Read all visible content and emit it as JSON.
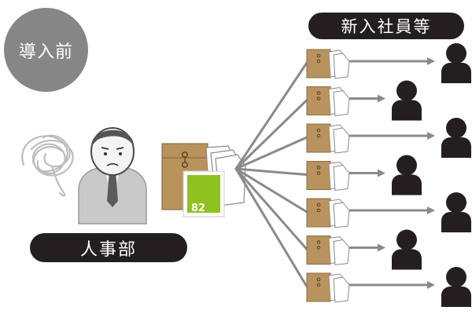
{
  "badge": {
    "text": "導入前"
  },
  "department": {
    "label": "人事部"
  },
  "recipients": {
    "label": "新入社員等"
  },
  "stamp": {
    "value": "82",
    "color": "#8dc21f"
  },
  "colors": {
    "envelope": "#b8935e",
    "arrow": "#8a8a8a",
    "person_dark": "#231f20",
    "person_light": "#c9c9c9"
  },
  "icons": [
    "tangled-thought-icon",
    "worried-person-icon",
    "envelope-icon",
    "postage-stamp-icon",
    "document-stack-icon",
    "arrow-icon",
    "person-icon"
  ],
  "recipient_count": 7
}
